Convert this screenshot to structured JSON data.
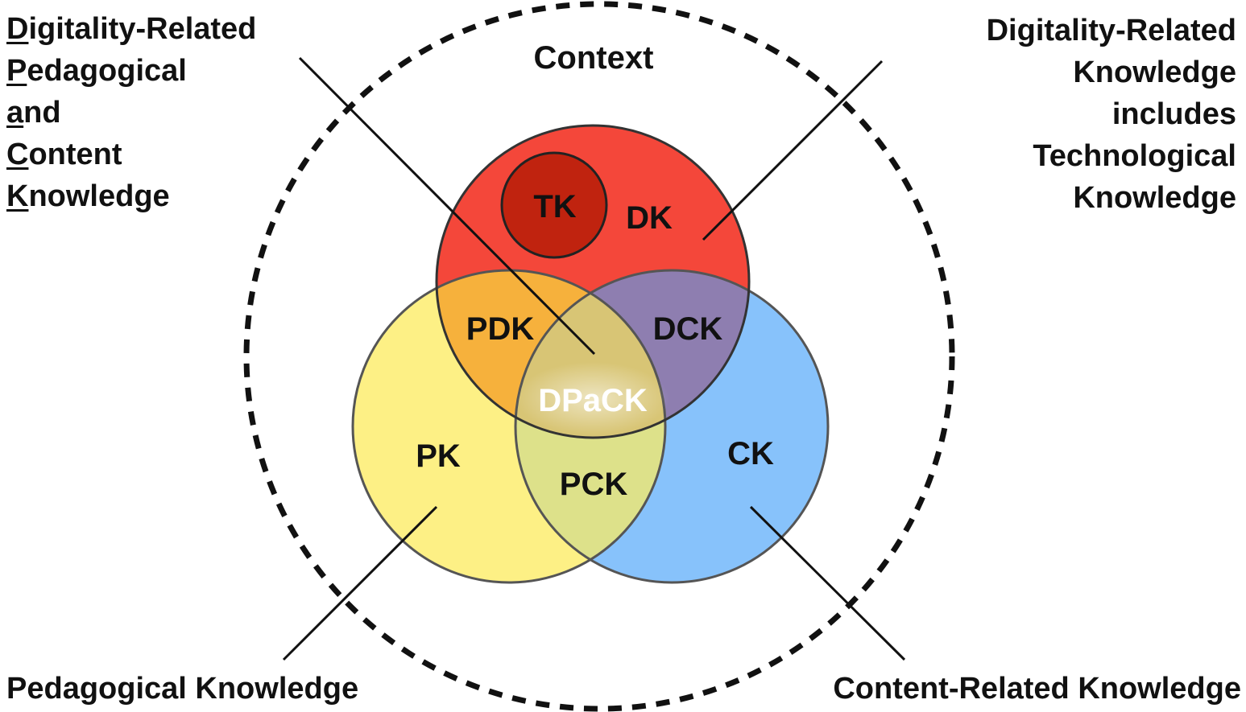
{
  "context_label": "Context",
  "regions": {
    "tk": "TK",
    "dk": "DK",
    "pdk": "PDK",
    "dck": "DCK",
    "dpack": "DPaCK",
    "pk": "PK",
    "pck": "PCK",
    "ck": "CK"
  },
  "captions": {
    "top_left": [
      {
        "initial": "D",
        "rest": "igitality-Related"
      },
      {
        "initial": "P",
        "rest": "edagogical"
      },
      {
        "initial": "a",
        "rest": "nd"
      },
      {
        "initial": "C",
        "rest": "ontent"
      },
      {
        "initial": "K",
        "rest": "nowledge"
      }
    ],
    "top_right": [
      "Digitality-Related",
      "Knowledge",
      "includes",
      "Technological",
      "Knowledge"
    ],
    "bottom_left": "Pedagogical Knowledge",
    "bottom_right": "Content-Related Knowledge"
  },
  "colors": {
    "digitality_circle": "#f4473a",
    "technology_circle": "#c0230f",
    "pedagogy_circle": "#fdf085",
    "content_circle": "#87c2fb",
    "pdk_overlap": "#f6b13c",
    "dck_overlap": "#8e7eb0",
    "pck_overlap": "#dde18a",
    "center_overlap": "#d8c575"
  }
}
